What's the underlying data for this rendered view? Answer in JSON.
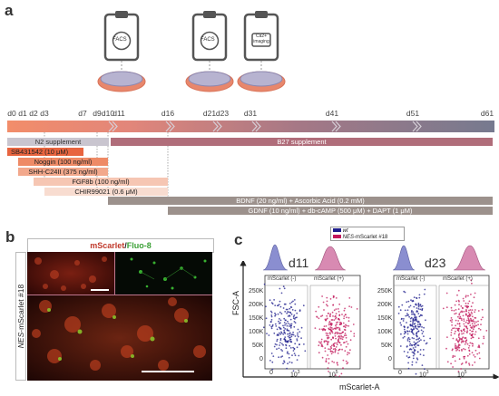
{
  "panels": {
    "a": "a",
    "b": "b",
    "c": "c"
  },
  "clipboards": [
    {
      "label": "FACS"
    },
    {
      "label": "FACS"
    },
    {
      "label": "Ca2+ imaging"
    }
  ],
  "timeline": {
    "days": [
      "d0",
      "d1",
      "d2",
      "d3",
      "d7",
      "d9",
      "d10",
      "d11",
      "d16",
      "d21",
      "d23",
      "d31",
      "d41",
      "d51",
      "d61"
    ],
    "bars": [
      {
        "label": "N2 supplement",
        "color": "#c9c5cf"
      },
      {
        "label": "B27 supplement",
        "color": "#b06d7a"
      },
      {
        "label": "SB431542 (10 μM)",
        "color": "#e8643f"
      },
      {
        "label": "Noggin (100 ng/ml)",
        "color": "#ee8a66"
      },
      {
        "label": "SHH-C24II (375 ng/ml)",
        "color": "#f2a88c"
      },
      {
        "label": "FGF8b (100 ng/ml)",
        "color": "#f6c6b3"
      },
      {
        "label": "CHIR99021 (0.6 μM)",
        "color": "#f8dcd0"
      },
      {
        "label": "BDNF (20 ng/ml) + Ascorbic Acid (0.2 mM)",
        "color": "#9c918c"
      },
      {
        "label": "GDNF (10 ng/ml) + db-cAMP (500 μM) + DAPT (1 μM)",
        "color": "#9c918c"
      }
    ]
  },
  "panel_b": {
    "title_red": "mScarlet",
    "title_sep": "/",
    "title_green": "Fluo-8",
    "side_label_italic": "NES",
    "side_label_rest": "-mScarlet #18"
  },
  "panel_c": {
    "legend": [
      {
        "label": "wt",
        "color": "#1e1e8c",
        "italic": true
      },
      {
        "label_italic": "NES",
        "label": "-mScarlet #18",
        "color": "#c2185b"
      }
    ],
    "days": [
      "d11",
      "d23"
    ],
    "ylabel": "FSC-A",
    "xlabel": "mScarlet-A",
    "gate_neg": "mScarlet (-)",
    "gate_pos": "mScarlet (+)",
    "yticks": [
      "250K",
      "200K",
      "150K",
      "100K",
      "50K",
      "0"
    ],
    "xticks": [
      "0",
      "10",
      "10"
    ],
    "xtick_exp": [
      "",
      "3",
      "5"
    ]
  }
}
